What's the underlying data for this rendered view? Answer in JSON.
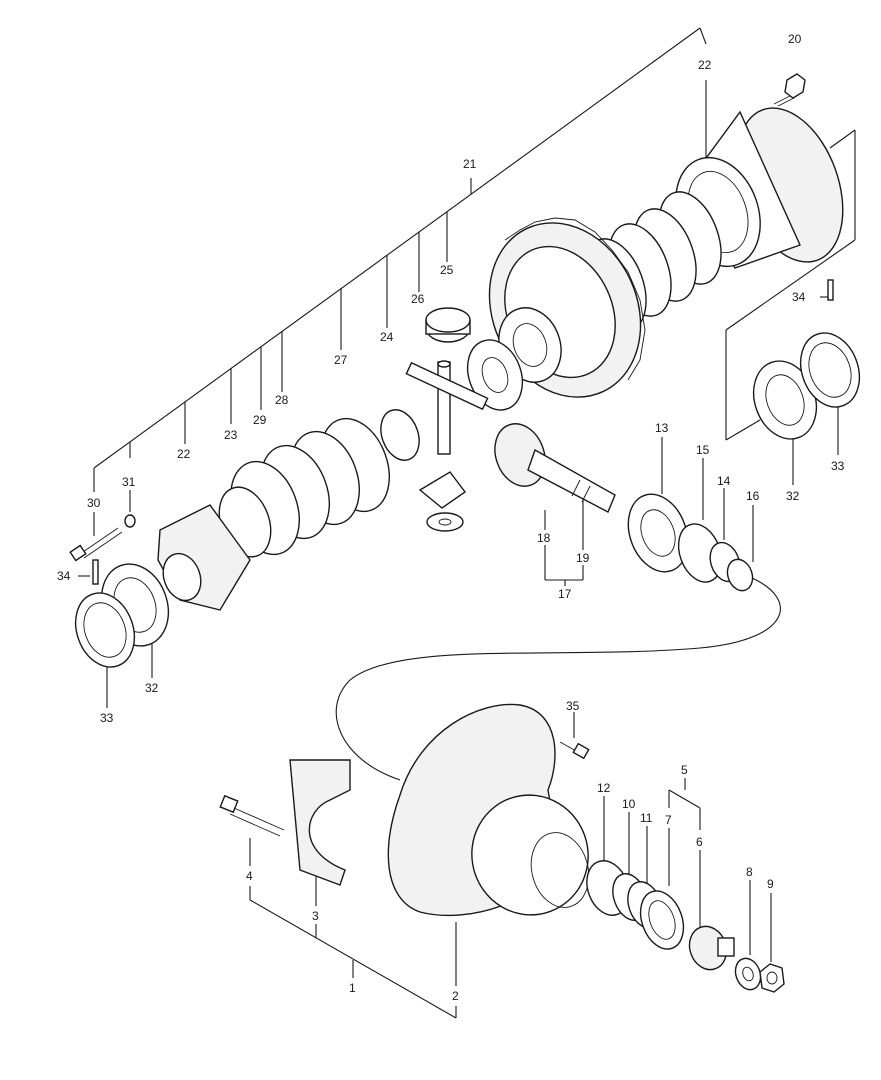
{
  "diagram": {
    "callouts": {
      "c1": "1",
      "c2": "2",
      "c3": "3",
      "c4": "4",
      "c5": "5",
      "c6": "6",
      "c7": "7",
      "c8": "8",
      "c9": "9",
      "c10": "10",
      "c11": "11",
      "c12": "12",
      "c13": "13",
      "c14": "14",
      "c15": "15",
      "c16": "16",
      "c17": "17",
      "c18": "18",
      "c19": "19",
      "c20": "20",
      "c21": "21",
      "c22a": "22",
      "c22b": "22",
      "c23": "23",
      "c24": "24",
      "c25": "25",
      "c26": "26",
      "c27": "27",
      "c28": "28",
      "c29": "29",
      "c30": "30",
      "c31": "31",
      "c32a": "32",
      "c32b": "32",
      "c33a": "33",
      "c33b": "33",
      "c34a": "34",
      "c34b": "34",
      "c35": "35"
    },
    "colors": {
      "line": "#1a1a1a",
      "background": "#ffffff",
      "shade": "#f2f2f2"
    }
  }
}
